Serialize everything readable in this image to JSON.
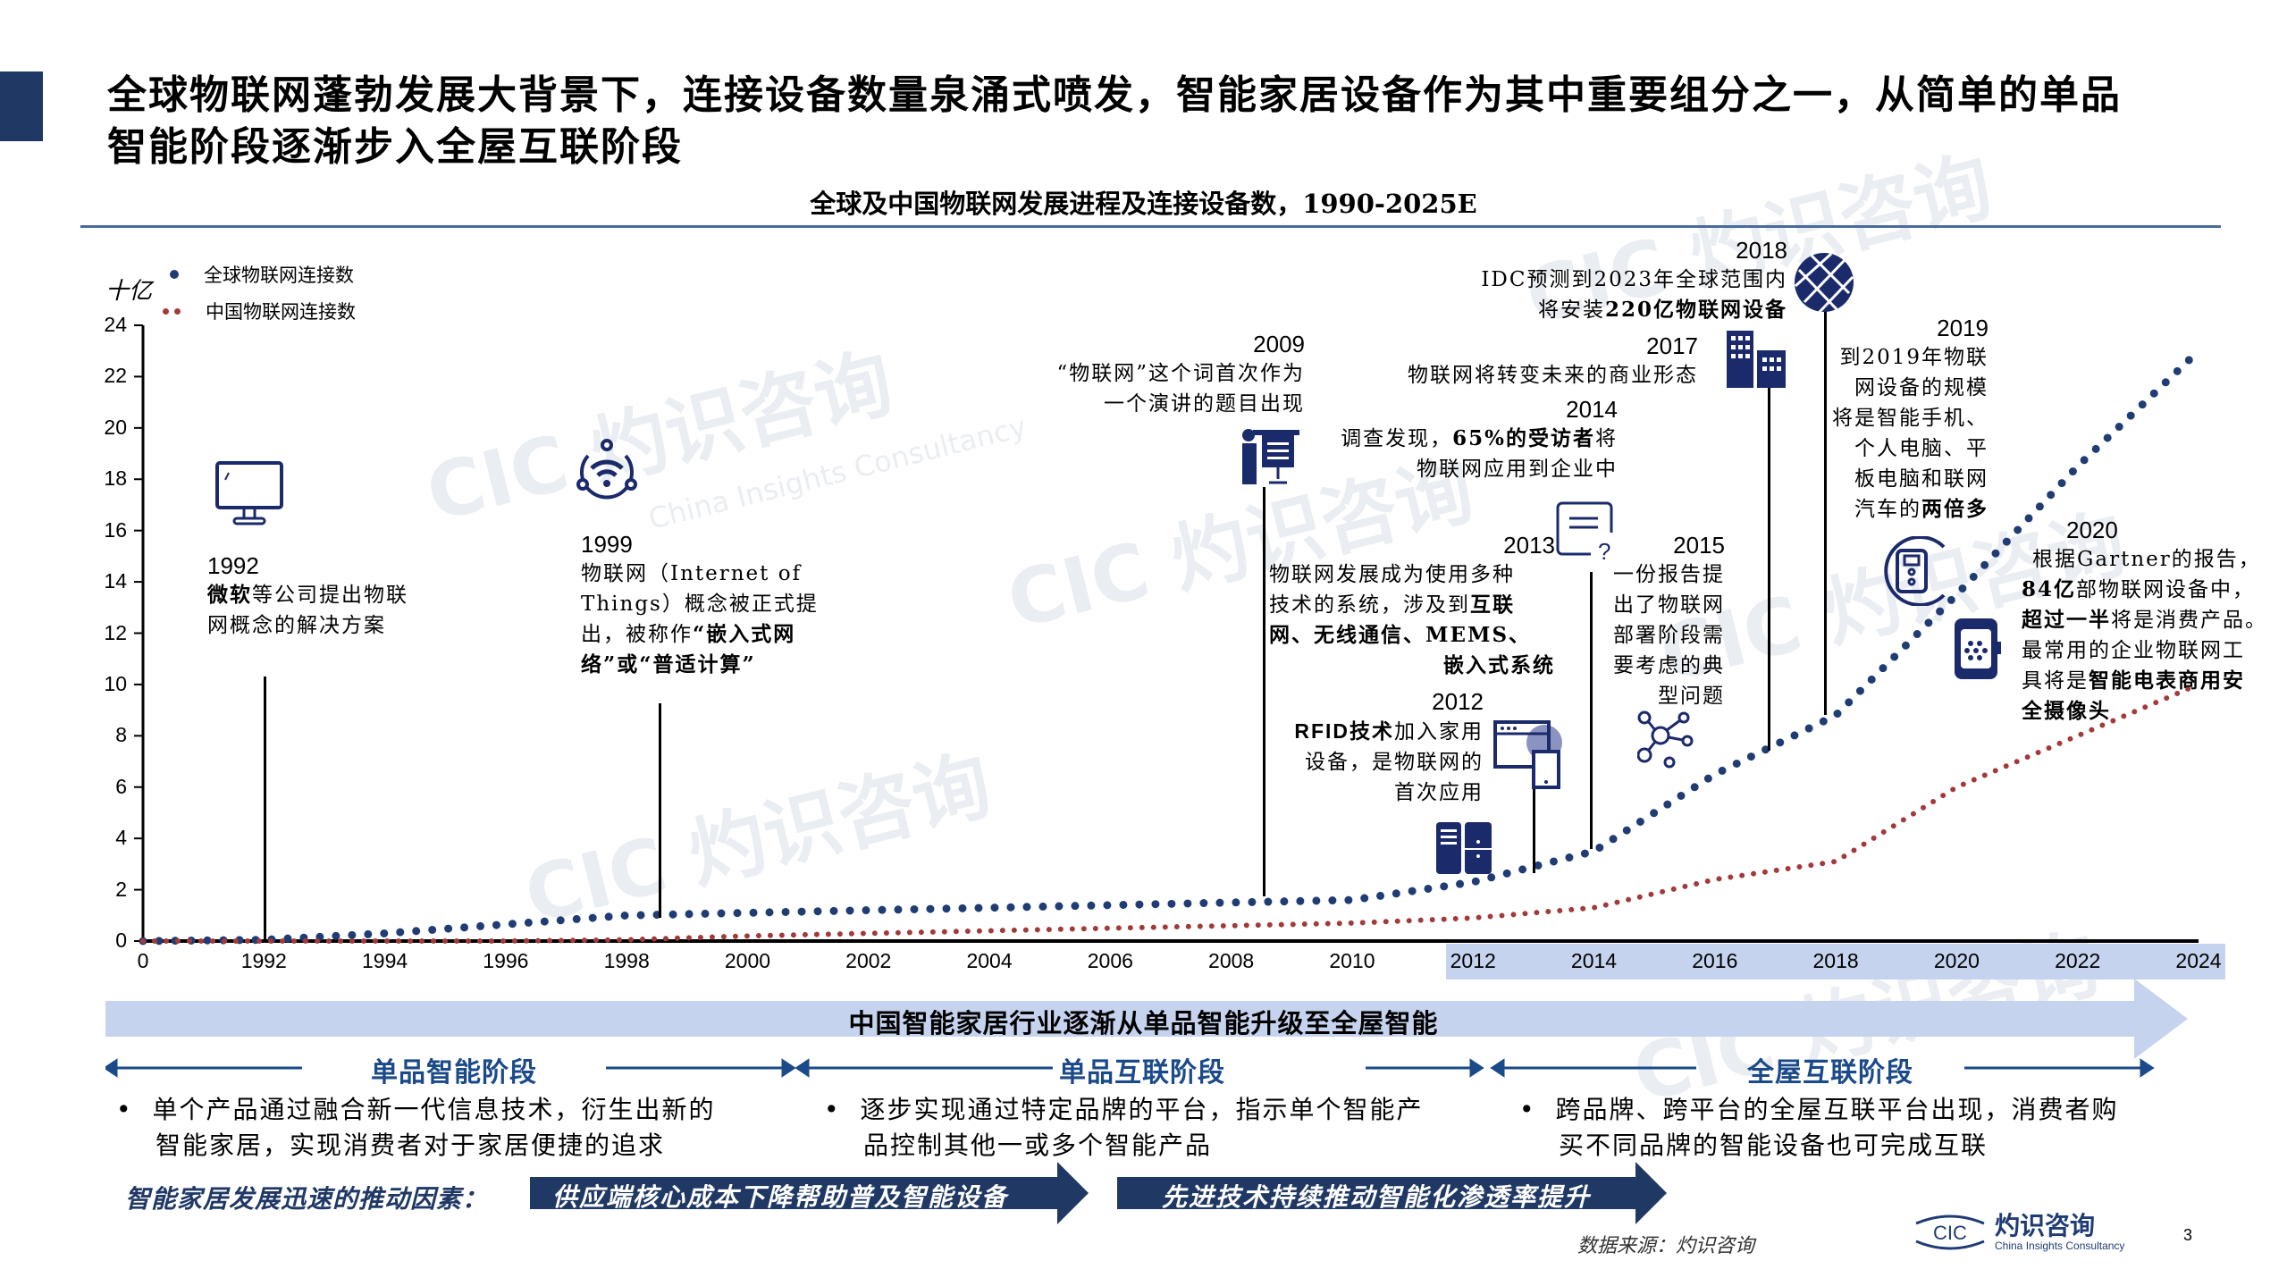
{
  "header": {
    "title_line1": "全球物联网蓬勃发展大背景下，连接设备数量泉涌式喷发，智能家居设备作为其中重要组分之一，从简单的单品",
    "title_line2": "智能阶段逐渐步入全屋互联阶段"
  },
  "chart": {
    "title": "全球及中国物联网发展进程及连接设备数，1990-2025E",
    "unit": "十亿",
    "legend": [
      {
        "label": "全球物联网连接数",
        "color": "#1f3c74"
      },
      {
        "label": "中国物联网连接数",
        "color": "#a33a3a"
      }
    ],
    "y_ticks": [
      "0",
      "2",
      "4",
      "6",
      "8",
      "10",
      "12",
      "14",
      "16",
      "18",
      "20",
      "22",
      "24"
    ],
    "x_ticks": [
      "0",
      "1992",
      "1994",
      "1996",
      "1998",
      "2000",
      "2002",
      "2004",
      "2006",
      "2008",
      "2010",
      "2012",
      "2014",
      "2016",
      "2018",
      "2020",
      "2022",
      "2024"
    ]
  },
  "chart_data": {
    "type": "line",
    "title": "全球及中国物联网发展进程及连接设备数，1990-2025E",
    "xlabel": "",
    "ylabel": "十亿",
    "ylim": [
      0,
      24
    ],
    "grid": false,
    "legend_position": "top-left",
    "x": [
      1990,
      1992,
      1994,
      1996,
      1998,
      2000,
      2002,
      2004,
      2006,
      2008,
      2010,
      2012,
      2014,
      2016,
      2018,
      2020,
      2022,
      2024
    ],
    "series": [
      {
        "name": "全球物联网连接数",
        "style": "dotted",
        "color": "#1f3c74",
        "values": [
          0,
          0.05,
          0.3,
          0.65,
          1.0,
          1.1,
          1.2,
          1.3,
          1.4,
          1.5,
          1.6,
          2.3,
          3.5,
          6.5,
          8.8,
          13.5,
          18.5,
          23.0
        ]
      },
      {
        "name": "中国物联网连接数",
        "style": "dotted",
        "color": "#a33a3a",
        "values": [
          0,
          0,
          0,
          0,
          0.05,
          0.2,
          0.3,
          0.4,
          0.5,
          0.6,
          0.7,
          0.9,
          1.3,
          2.4,
          3.1,
          6.0,
          8.0,
          10.0
        ]
      }
    ],
    "annotations": [
      {
        "year": "1992",
        "text": "微软等公司提出物联网概念的解决方案"
      },
      {
        "year": "1999",
        "text": "物联网（Internet of Things）概念被正式提出，被称作“嵌入式网络”或“普适计算”"
      },
      {
        "year": "2009",
        "text": "“物联网”这个词首次作为一个演讲的题目出现"
      },
      {
        "year": "2012",
        "text": "RFID技术加入家用设备，是物联网的首次应用"
      },
      {
        "year": "2013",
        "text": "物联网发展成为使用多种技术的系统，涉及到互联网、无线通信、MEMS、嵌入式系统"
      },
      {
        "year": "2014",
        "text": "调查发现，65%的受访者将物联网应用到企业中"
      },
      {
        "year": "2015",
        "text": "一份报告提出了物联网部署阶段需要考虑的典型问题"
      },
      {
        "year": "2017",
        "text": "物联网将转变未来的商业形态"
      },
      {
        "year": "2018",
        "text": "IDC预测到2023年全球范围内将安装220亿物联网设备"
      },
      {
        "year": "2019",
        "text": "到2019年物联网设备的规模将是智能手机、个人电脑、平板电脑和联网汽车的两倍多"
      },
      {
        "year": "2020",
        "text": "根据Gartner的报告，84亿部物联网设备中，超过一半将是消费产品。最常用的企业物联网工具将是智能电表商用安全摄像头"
      }
    ]
  },
  "events": {
    "e1992": {
      "year": "1992",
      "bold": "微软",
      "l1": "等公司提出物联",
      "l2": "网概念的解决方案"
    },
    "e1999": {
      "year": "1999",
      "l1": "物联网（Internet of",
      "l2": "Things）概念被正式提",
      "l3a": "出，被称作",
      "l3b": "“嵌入式网",
      "l4": "络”或“普适计算”"
    },
    "e2009": {
      "year": "2009",
      "l1": "“物联网”这个词首次作为",
      "l2": "一个演讲的题目出现"
    },
    "e2012": {
      "year": "2012",
      "bold": "RFID技术",
      "l1": "加入家用",
      "l2": "设备，是物联网的",
      "l3": "首次应用"
    },
    "e2013": {
      "year": "2013",
      "l1": "物联网发展成为使用多种",
      "l2a": "技术的系统，涉及到",
      "l2b": "互联",
      "l3": "网、无线通信、MEMS、",
      "l4": "嵌入式系统"
    },
    "e2014": {
      "year": "2014",
      "l1a": "调查发现，",
      "l1b": "65%的受访者",
      "l1c": "将",
      "l2": "物联网应用到企业中"
    },
    "e2015": {
      "year": "2015",
      "l1": "一份报告提",
      "l2": "出了物联网",
      "l3": "部署阶段需",
      "l4": "要考虑的典",
      "l5": "型问题"
    },
    "e2017": {
      "year": "2017",
      "l1": "物联网将转变未来的商业形态"
    },
    "e2018": {
      "year": "2018",
      "l1": "IDC预测到2023年全球范围内",
      "l2a": "将安装",
      "l2b": "220亿物联网设备"
    },
    "e2019": {
      "year": "2019",
      "l1": "到2019年物联",
      "l2": "网设备的规模",
      "l3": "将是智能手机、",
      "l4": "个人电脑、平",
      "l5": "板电脑和联网",
      "l6a": "汽车的",
      "l6b": "两倍多"
    },
    "e2020": {
      "year": "2020",
      "l1": "根据Gartner的报告，",
      "l2a": "84亿",
      "l2b": "部物联网设备中，",
      "l3a": "超过一半",
      "l3b": "将是消费产品。",
      "l4": "最常用的企业物联网工",
      "l5a": "具将是",
      "l5b": "智能电表商用安",
      "l6": "全摄像头"
    }
  },
  "banner": {
    "text": "中国智能家居行业逐渐从单品智能升级至全屋智能"
  },
  "stages": [
    {
      "label": "单品智能阶段",
      "bullet": "•",
      "line1": "单个产品通过融合新一代信息技术，衍生出新的",
      "line2": "智能家居，实现消费者对于家居便捷的追求"
    },
    {
      "label": "单品互联阶段",
      "bullet": "•",
      "line1": "逐步实现通过特定品牌的平台，指示单个智能产",
      "line2": "品控制其他一或多个智能产品"
    },
    {
      "label": "全屋互联阶段",
      "bullet": "•",
      "line1": "跨品牌、跨平台的全屋互联平台出现，消费者购",
      "line2": "买不同品牌的智能设备也可完成互联"
    }
  ],
  "drivers": {
    "label": "智能家居发展迅速的推动因素：",
    "items": [
      "供应端核心成本下降帮助普及智能设备",
      "先进技术持续推动智能化渗透率提升"
    ]
  },
  "footer": {
    "source": "数据来源：灼识咨询",
    "logo_mark": "CIC",
    "logo_cn": "灼识咨询",
    "logo_en": "China Insights Consultancy",
    "page_number": "3"
  },
  "watermark": {
    "cn": "灼识咨询",
    "en": "China Insights Consultancy",
    "mark": "CIC"
  },
  "colors": {
    "navy": "#1f3864",
    "global_series": "#1f3c74",
    "china_series": "#a33a3a",
    "band": "#c5d3ee",
    "stage_blue": "#1b4a8a"
  }
}
